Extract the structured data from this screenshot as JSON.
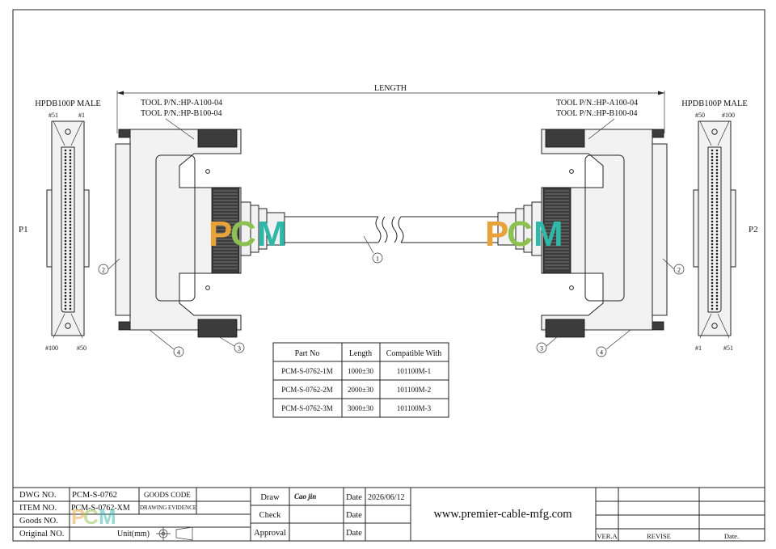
{
  "title_block": {
    "dwg_no_label": "DWG NO.",
    "dwg_no_value": "PCM-S-0762",
    "item_no_label": "ITEM NO.",
    "item_no_value": "PCM-S-0762-XM",
    "goods_no_label": "Goods NO.",
    "original_no_label": "Original NO.",
    "goods_code_label": "GOODS CODE",
    "drawing_evidence_label": "DRAWING EVIDENCE",
    "unit_label": "Unit(mm)",
    "draw_label": "Draw",
    "draw_signature": "Cao jin",
    "check_label": "Check",
    "approval_label": "Approval",
    "date_label": "Date",
    "date_value": "2026/06/12",
    "website": "www.premier-cable-mfg.com",
    "ver_label": "VER.A",
    "revise_label": "REVISE",
    "date_col_label": "Date."
  },
  "drawing": {
    "length_label": "LENGTH",
    "left": {
      "plug_label": "P1",
      "connector_title": "HPDB100P MALE",
      "pin_top_a": "#51",
      "pin_top_b": "#1",
      "pin_bottom_a": "#100",
      "pin_bottom_b": "#50",
      "tool_a": "TOOL P/N.:HP-A100-04",
      "tool_b": "TOOL P/N.:HP-B100-04"
    },
    "right": {
      "plug_label": "P2",
      "connector_title": "HPDB100P MALE",
      "pin_top_a": "#50",
      "pin_top_b": "#100",
      "pin_bottom_a": "#1",
      "pin_bottom_b": "#51",
      "tool_a": "TOOL P/N.:HP-A100-04",
      "tool_b": "TOOL P/N.:HP-B100-04"
    },
    "callouts": {
      "c1": "1",
      "c2": "2",
      "c3": "3",
      "c4": "4"
    },
    "logo_text": "PCM",
    "logo_colors": {
      "p": "#e8a23a",
      "c": "#8cc152",
      "m": "#2fb8a8"
    }
  },
  "parts_table": {
    "headers": [
      "Part No",
      "Length",
      "Compatible With"
    ],
    "rows": [
      [
        "PCM-S-0762-1M",
        "1000±30",
        "101100M-1"
      ],
      [
        "PCM-S-0762-2M",
        "2000±30",
        "101100M-2"
      ],
      [
        "PCM-S-0762-3M",
        "3000±30",
        "101100M-3"
      ]
    ]
  }
}
